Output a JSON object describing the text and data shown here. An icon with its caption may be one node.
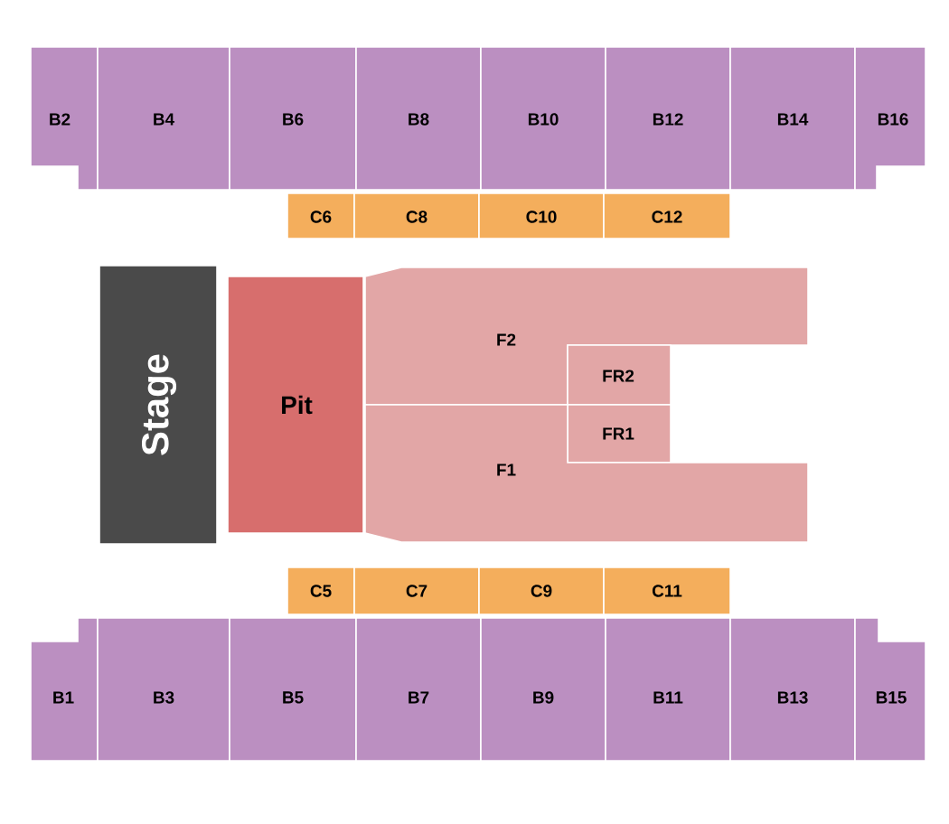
{
  "diagram": {
    "nodes": [
      {
        "text": [
          "B2"
        ]
      },
      {
        "text": [
          "B4"
        ]
      },
      {
        "text": [
          "B6"
        ]
      },
      {
        "text": [
          "B8"
        ]
      },
      {
        "text": [
          "B10"
        ]
      },
      {
        "text": [
          "B12"
        ]
      },
      {
        "text": [
          "B14"
        ]
      },
      {
        "text": [
          "B16"
        ]
      },
      {
        "text": [
          "C6"
        ]
      },
      {
        "text": [
          "C8"
        ]
      },
      {
        "text": [
          "C10"
        ]
      },
      {
        "text": [
          "C12"
        ]
      },
      {
        "text": [
          "Stage"
        ]
      },
      {
        "text": [
          "Pit"
        ]
      },
      {
        "text": [
          "F2"
        ]
      },
      {
        "text": [
          "FR2"
        ]
      },
      {
        "text": [
          "FR1"
        ]
      },
      {
        "text": [
          "F1"
        ]
      },
      {
        "text": [
          "C5"
        ]
      },
      {
        "text": [
          "C7"
        ]
      },
      {
        "text": [
          "C9"
        ]
      },
      {
        "text": [
          "C11"
        ]
      },
      {
        "text": [
          "B1"
        ]
      },
      {
        "text": [
          "B3"
        ]
      },
      {
        "text": [
          "B5"
        ]
      },
      {
        "text": [
          "B7"
        ]
      },
      {
        "text": [
          "B9"
        ]
      },
      {
        "text": [
          "B11"
        ]
      },
      {
        "text": [
          "B13"
        ]
      },
      {
        "text": [
          "B15"
        ]
      }
    ]
  }
}
